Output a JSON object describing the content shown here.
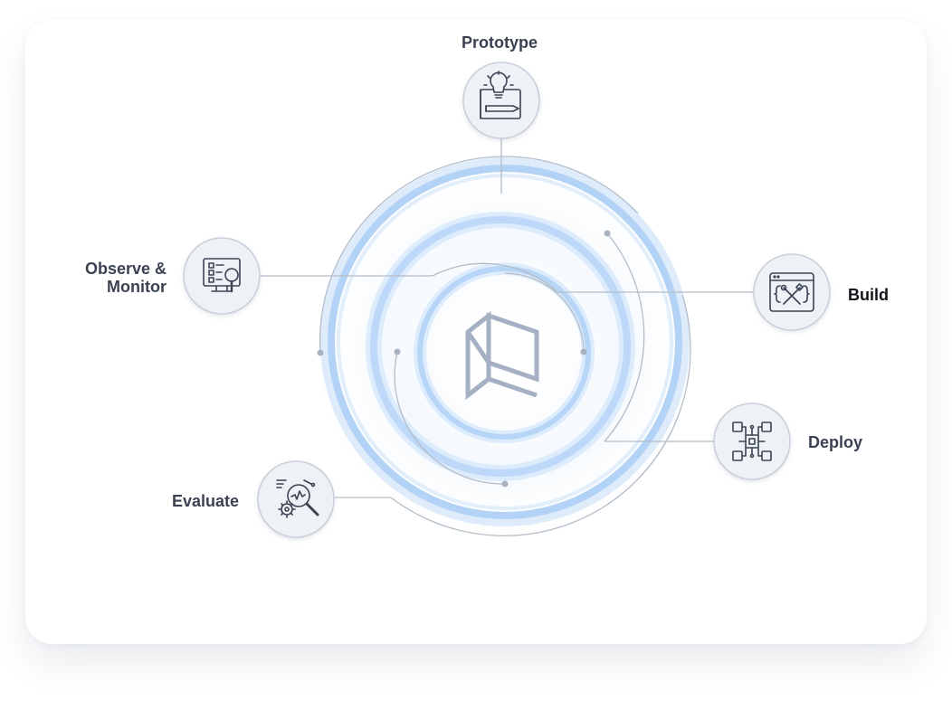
{
  "stages": [
    {
      "id": "prototype",
      "label": "Prototype",
      "icon": "blueprint-lightbulb-icon"
    },
    {
      "id": "build",
      "label": "Build",
      "icon": "code-tools-icon"
    },
    {
      "id": "deploy",
      "label": "Deploy",
      "icon": "circuit-chip-icon"
    },
    {
      "id": "evaluate",
      "label": "Evaluate",
      "icon": "gear-magnifier-icon"
    },
    {
      "id": "observe",
      "label_line1": "Observe &",
      "label_line2": "Monitor",
      "icon": "monitor-checklist-icon"
    }
  ],
  "center": {
    "icon": "cube-frame-logo-icon"
  },
  "colors": {
    "ring_blue": "#a9cdf5",
    "ring_light": "#dbeafb",
    "line_gray": "#b4bcc8",
    "icon_stroke": "#3a4354",
    "logo": "#a6b0c4",
    "label_text": "#3a4252"
  }
}
